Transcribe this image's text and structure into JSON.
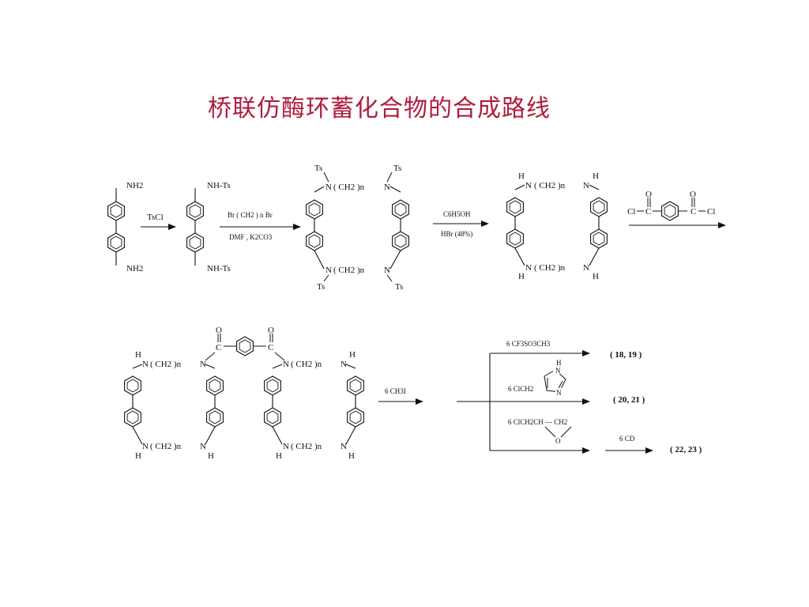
{
  "title": "桥联仿酶环蓄化合物的合成路线",
  "scheme": {
    "nh2": "NH2",
    "nh_ts": "NH-Ts",
    "ts": "Ts",
    "n": "N",
    "h": "H",
    "o": "O",
    "c": "C",
    "cl": "Cl",
    "chain": "( CH2 )n",
    "step1_reagent": "TsCl",
    "step2_reagent_top": "Br ( CH2 ) n Br",
    "step2_reagent_bottom": "DMF , K2CO3",
    "step3_reagent_top": "C6H5OH",
    "step3_reagent_bottom": "HBr (48%)",
    "step5_reagent": "6 CH3I",
    "branch1_reagent": "6 CF3SO3CH3",
    "branch2_reagent": "6 ClCH2",
    "branch3_reagent": "6 ClCH2CH — CH2",
    "branch3b_reagent": "6 CD",
    "product1": "( 18, 19 )",
    "product2": "( 20, 21 )",
    "product3": "( 22, 23 )"
  }
}
